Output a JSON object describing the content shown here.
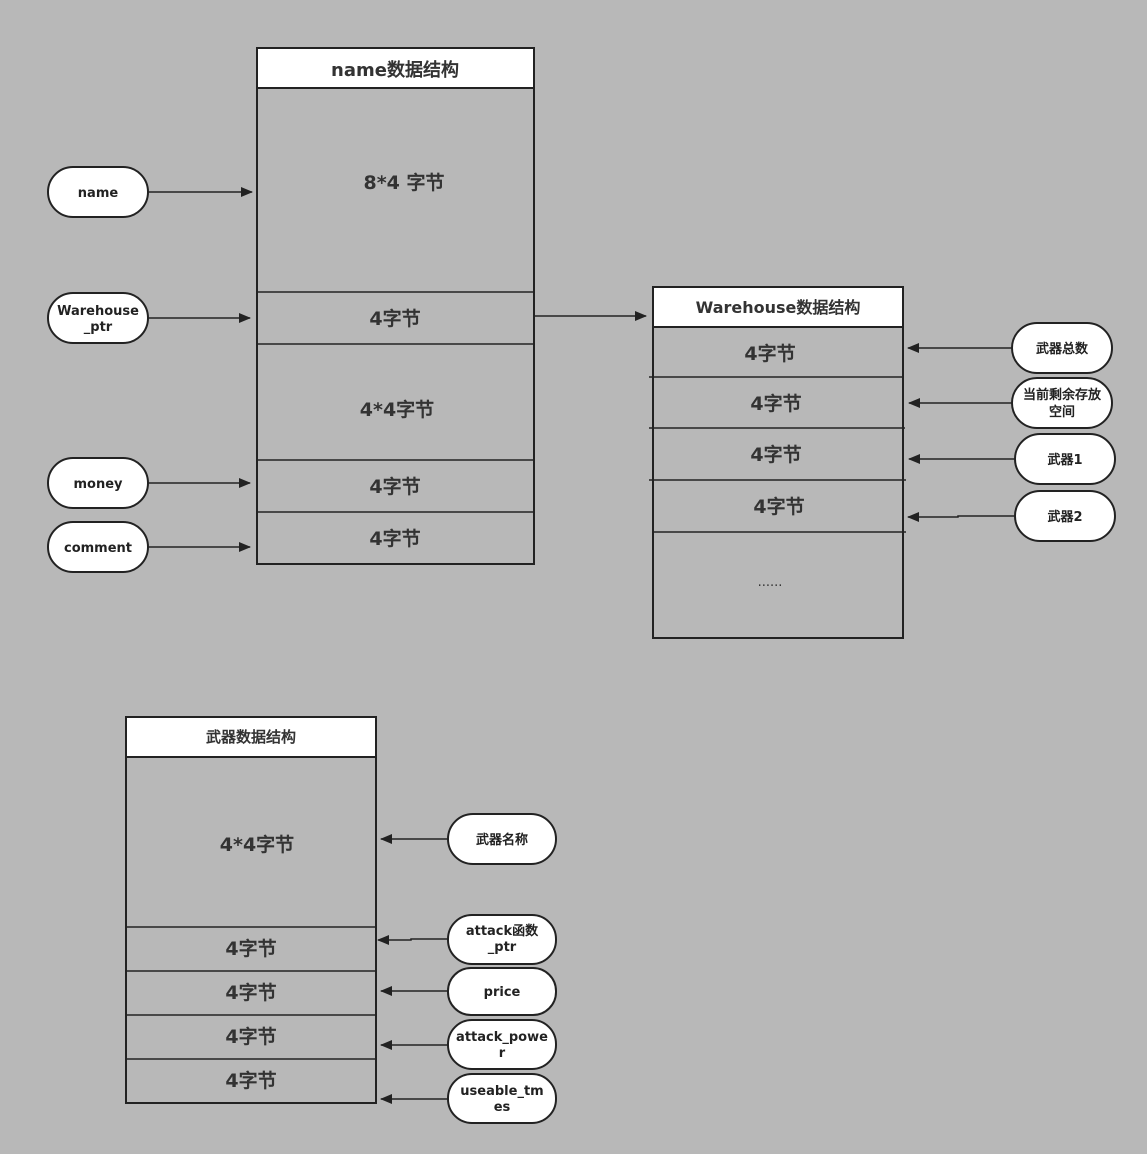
{
  "name_struct": {
    "title": "name数据结构",
    "cells": [
      "8*4 字节",
      "4字节",
      "4*4字节",
      "4字节",
      "4字节"
    ]
  },
  "warehouse_struct": {
    "title": "Warehouse数据结构",
    "cells": [
      "4字节",
      "4字节",
      "4字节",
      "4字节",
      "......"
    ]
  },
  "weapon_struct": {
    "title": "武器数据结构",
    "cells": [
      "4*4字节",
      "4字节",
      "4字节",
      "4字节",
      "4字节"
    ]
  },
  "name_fields": [
    {
      "lines": [
        "name"
      ]
    },
    {
      "lines": [
        "Warehouse",
        "_ptr"
      ]
    },
    {
      "lines": [
        "money"
      ]
    },
    {
      "lines": [
        "comment"
      ]
    }
  ],
  "warehouse_fields": [
    {
      "lines": [
        "武器总数"
      ]
    },
    {
      "lines": [
        "当前剩余存放",
        "空间"
      ]
    },
    {
      "lines": [
        "武器1"
      ]
    },
    {
      "lines": [
        "武器2"
      ]
    }
  ],
  "weapon_fields": [
    {
      "lines": [
        "武器名称"
      ]
    },
    {
      "lines": [
        "attack函数",
        "_ptr"
      ]
    },
    {
      "lines": [
        "price"
      ]
    },
    {
      "lines": [
        "attack_powe",
        "r"
      ]
    },
    {
      "lines": [
        "useable_tm",
        "es"
      ]
    }
  ]
}
